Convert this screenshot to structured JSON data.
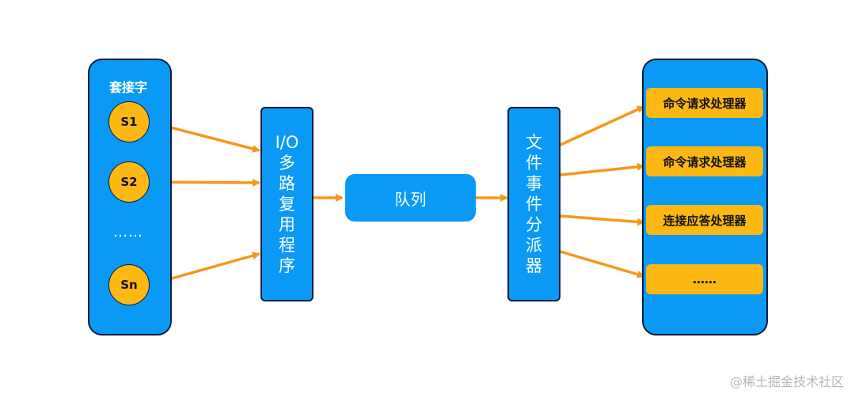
{
  "socket_panel": {
    "title": "套接字",
    "sockets": [
      "S1",
      "S2",
      "Sn"
    ],
    "ellipsis": "……"
  },
  "io_multiplexer": {
    "chars": [
      "I/O",
      "多",
      "路",
      "复",
      "用",
      "程",
      "序"
    ]
  },
  "queue": {
    "label": "队列"
  },
  "dispatcher": {
    "chars": [
      "文",
      "件",
      "事",
      "件",
      "分",
      "派",
      "器"
    ]
  },
  "handlers": {
    "items": [
      "命令请求处理器",
      "命令请求处理器",
      "连接应答处理器",
      "……"
    ]
  },
  "watermark": "@稀土掘金技术社区",
  "colors": {
    "box_blue": "#0a9af5",
    "node_yellow": "#fdb813",
    "arrow_orange": "#f7971a",
    "border_navy": "#0b1c3a"
  }
}
